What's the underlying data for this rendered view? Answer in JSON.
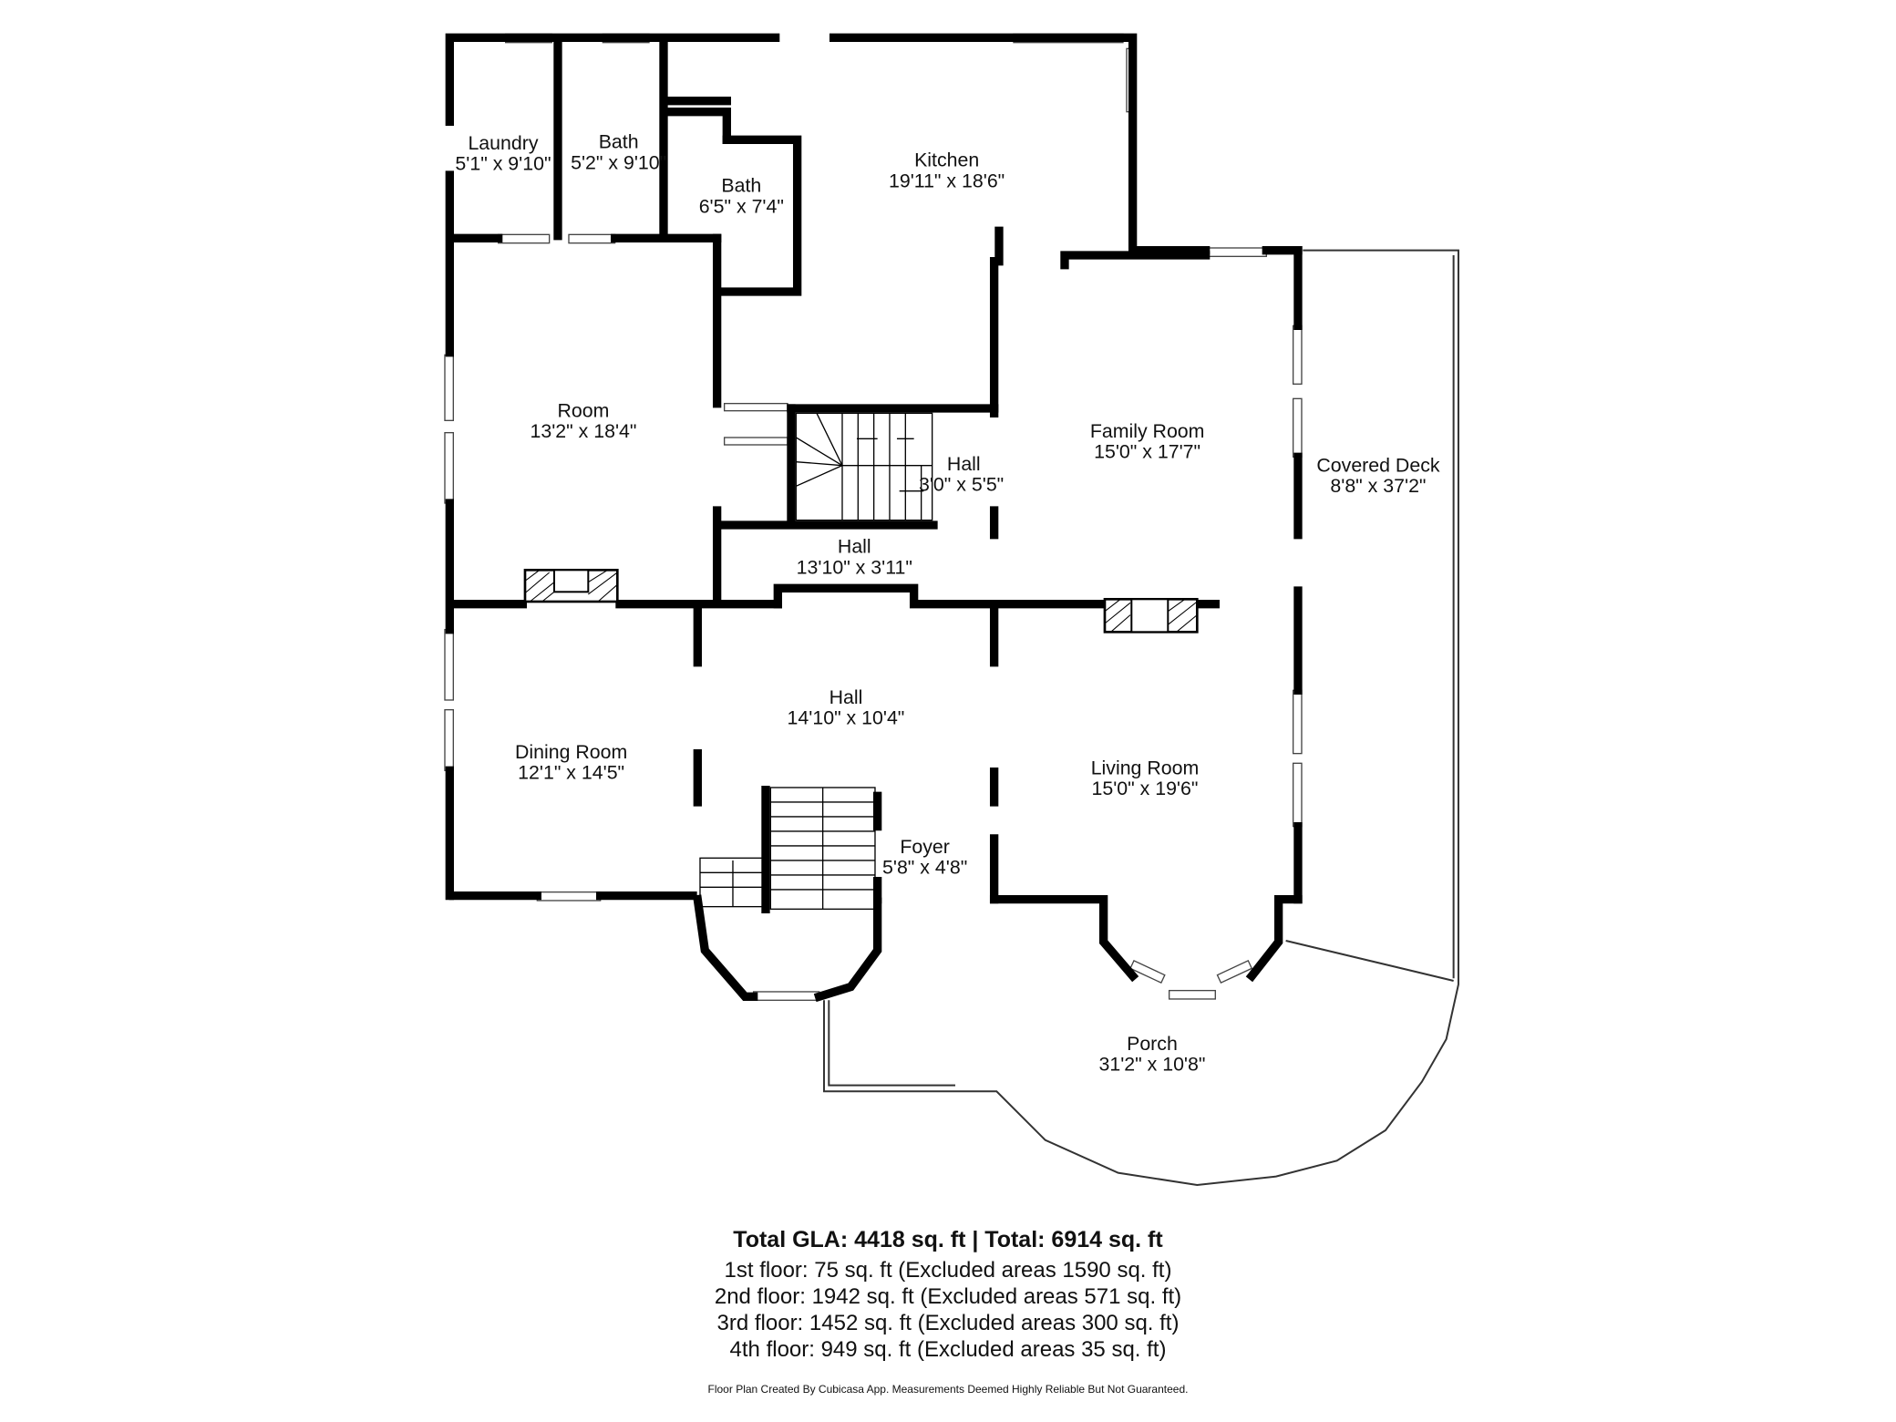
{
  "rooms": [
    {
      "id": "laundry",
      "name": "Laundry",
      "dims": "5'1\" x 9'10\""
    },
    {
      "id": "bath1",
      "name": "Bath",
      "dims": "5'2\" x 9'10\""
    },
    {
      "id": "bath2",
      "name": "Bath",
      "dims": "6'5\" x 7'4\""
    },
    {
      "id": "kitchen",
      "name": "Kitchen",
      "dims": "19'11\" x 18'6\""
    },
    {
      "id": "room",
      "name": "Room",
      "dims": "13'2\" x 18'4\""
    },
    {
      "id": "family-room",
      "name": "Family Room",
      "dims": "15'0\" x 17'7\""
    },
    {
      "id": "covered-deck",
      "name": "Covered Deck",
      "dims": "8'8\" x 37'2\""
    },
    {
      "id": "hall-small",
      "name": "Hall",
      "dims": "3'0\" x 5'5\""
    },
    {
      "id": "hall-upper",
      "name": "Hall",
      "dims": "13'10\" x 3'11\""
    },
    {
      "id": "hall-main",
      "name": "Hall",
      "dims": "14'10\" x 10'4\""
    },
    {
      "id": "dining-room",
      "name": "Dining Room",
      "dims": "12'1\" x 14'5\""
    },
    {
      "id": "living-room",
      "name": "Living Room",
      "dims": "15'0\" x 19'6\""
    },
    {
      "id": "foyer",
      "name": "Foyer",
      "dims": "5'8\" x 4'8\""
    },
    {
      "id": "porch",
      "name": "Porch",
      "dims": "31'2\" x 10'8\""
    }
  ],
  "summary": {
    "total": "Total GLA: 4418 sq. ft | Total: 6914 sq. ft",
    "floor1": "1st floor: 75 sq. ft (Excluded areas 1590 sq. ft)",
    "floor2": "2nd floor: 1942 sq. ft (Excluded areas 571 sq. ft)",
    "floor3": "3rd floor: 1452 sq. ft (Excluded areas 300 sq. ft)",
    "floor4": "4th floor: 949 sq. ft (Excluded areas 35 sq. ft)"
  },
  "disclaimer": "Floor Plan Created By Cubicasa App. Measurements Deemed Highly Reliable But Not Guaranteed."
}
